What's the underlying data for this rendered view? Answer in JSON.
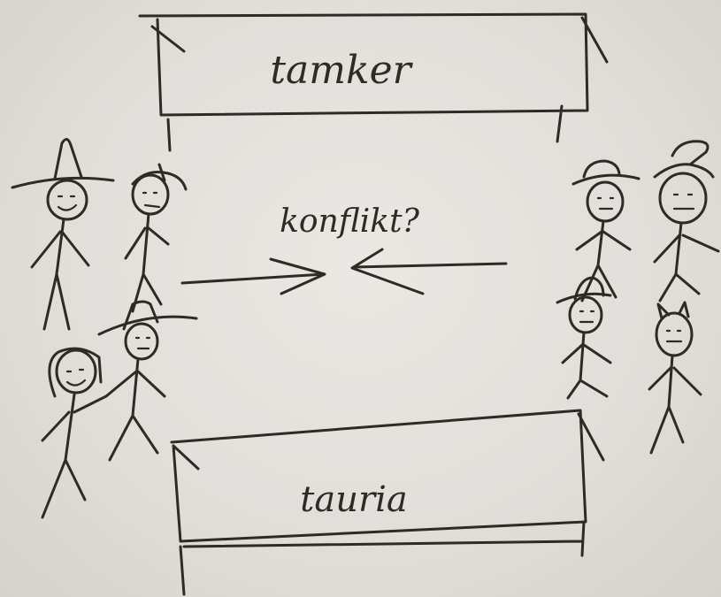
{
  "top_sign": {
    "label": "tamker"
  },
  "middle": {
    "label": "konflikt?"
  },
  "bottom_sign": {
    "label": "tauria"
  },
  "colors": {
    "paper": "#e4e1dd",
    "ink": "#2e2a24"
  }
}
